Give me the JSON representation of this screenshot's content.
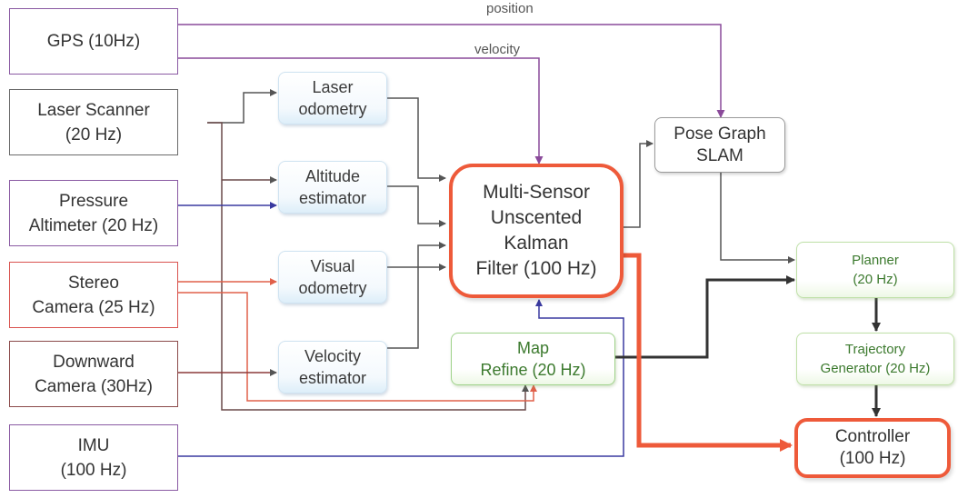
{
  "sensors": {
    "gps": "GPS (10Hz)",
    "laser_scanner": "Laser Scanner\n(20 Hz)",
    "pressure_altimeter": "Pressure\nAltimeter (20 Hz)",
    "stereo_camera": "Stereo\nCamera (25 Hz)",
    "downward_camera": "Downward\nCamera (30Hz)",
    "imu": "IMU\n(100 Hz)"
  },
  "estimators": {
    "laser_odometry": "Laser\nodometry",
    "altitude_estimator": "Altitude\nestimator",
    "visual_odometry": "Visual\nodometry",
    "velocity_estimator": "Velocity\nestimator"
  },
  "core": {
    "filter": "Multi-Sensor\nUnscented\nKalman\nFilter (100 Hz)",
    "pose_graph": "Pose Graph\nSLAM",
    "map_refine": "Map\nRefine (20 Hz)",
    "planner": "Planner\n(20 Hz)",
    "trajectory_generator": "Trajectory\nGenerator (20 Hz)",
    "controller": "Controller\n(100 Hz)"
  },
  "edge_labels": {
    "position": "position",
    "velocity": "velocity"
  },
  "colors": {
    "gray_line": "#555555",
    "purple_line": "#8a4a9a",
    "red_line": "#d9534f",
    "dark_red_line": "#8b3a3a",
    "blue_line": "#3a3aa0",
    "orange_highlight": "#ee5a3a",
    "green_text": "#3c7a2e"
  }
}
